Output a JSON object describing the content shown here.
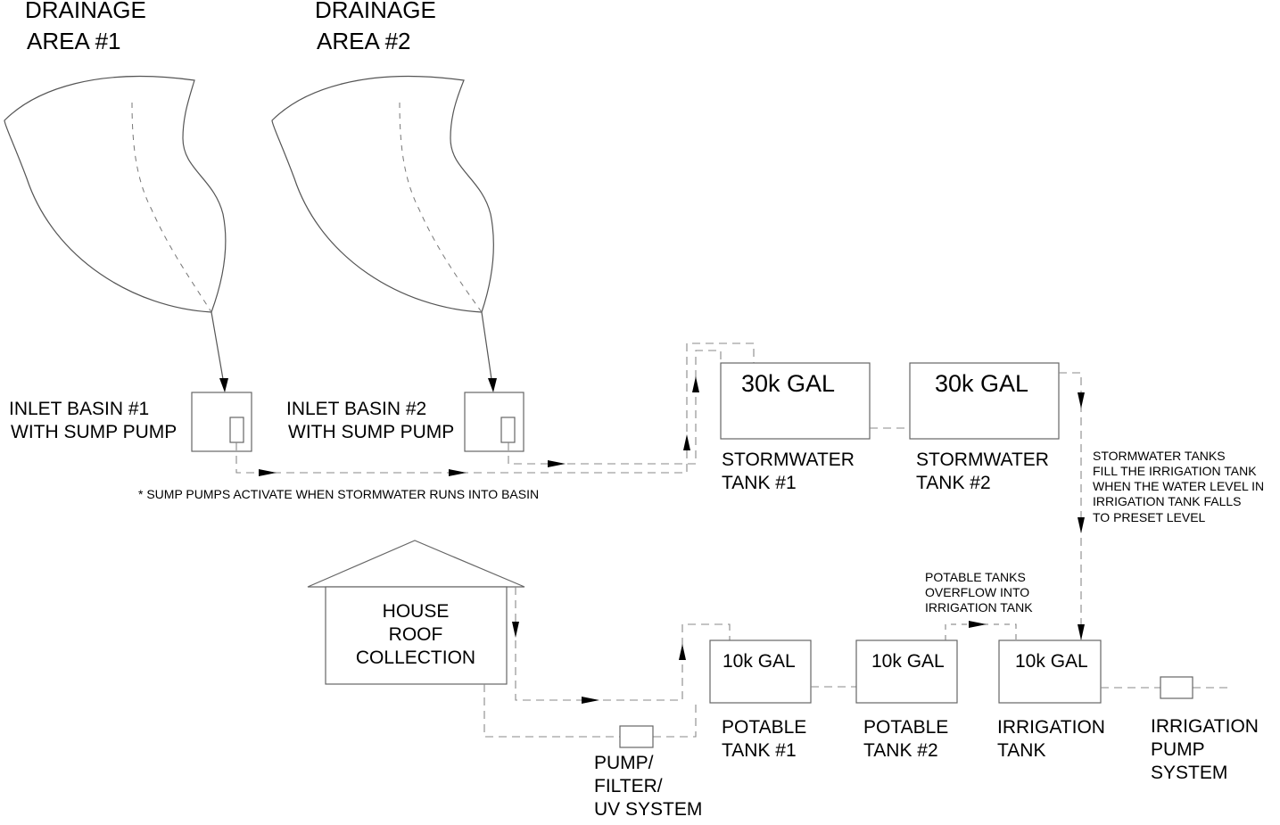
{
  "drainage_areas": [
    {
      "line1": "DRAINAGE",
      "line2": "AREA #1"
    },
    {
      "line1": "DRAINAGE",
      "line2": "AREA #2"
    }
  ],
  "inlet_basins": [
    {
      "line1": "INLET BASIN #1",
      "line2": "WITH SUMP PUMP"
    },
    {
      "line1": "INLET BASIN #2",
      "line2": "WITH SUMP PUMP"
    }
  ],
  "sump_note": "* SUMP PUMPS ACTIVATE WHEN STORMWATER RUNS INTO BASIN",
  "stormwater_tanks": [
    {
      "capacity": "30k GAL",
      "line1": "STORMWATER",
      "line2": "TANK #1"
    },
    {
      "capacity": "30k GAL",
      "line1": "STORMWATER",
      "line2": "TANK #2"
    }
  ],
  "stormwater_note": [
    "STORMWATER TANKS",
    "FILL THE IRRIGATION TANK",
    "WHEN THE WATER LEVEL IN",
    "IRRIGATION TANK FALLS",
    "TO PRESET LEVEL"
  ],
  "house": {
    "line1": "HOUSE",
    "line2": "ROOF",
    "line3": "COLLECTION"
  },
  "pump_filter": {
    "line1": "PUMP/",
    "line2": "FILTER/",
    "line3": "UV SYSTEM"
  },
  "potable_tanks": [
    {
      "capacity": "10k GAL",
      "line1": "POTABLE",
      "line2": "TANK #1"
    },
    {
      "capacity": "10k GAL",
      "line1": "POTABLE",
      "line2": "TANK #2"
    }
  ],
  "overflow_note": [
    "POTABLE TANKS",
    "OVERFLOW INTO",
    "IRRIGATION TANK"
  ],
  "irrigation_tank": {
    "capacity": "10k GAL",
    "line1": "IRRIGATION",
    "line2": "TANK"
  },
  "irrigation_pump": {
    "line1": "IRRIGATION",
    "line2": "PUMP",
    "line3": "SYSTEM"
  }
}
